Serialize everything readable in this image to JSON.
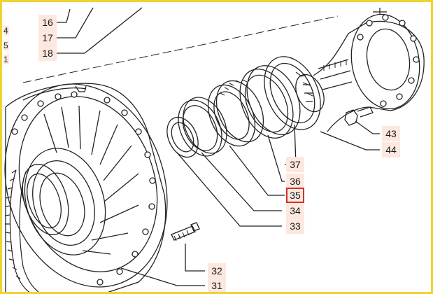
{
  "figure": {
    "border_color": "#f2d22e",
    "label_bg": "#fde8df",
    "selected_color": "#d03030"
  },
  "callouts": {
    "c16": "16",
    "c17": "17",
    "c18": "18",
    "c43": "43",
    "c44": "44",
    "c37": "37",
    "c36": "36",
    "c35": "35",
    "c34": "34",
    "c33": "33",
    "c32": "32",
    "c31": "31"
  },
  "edge_labels": {
    "e1": "4",
    "e2": "5",
    "e3": "1"
  },
  "selected_part": "35"
}
